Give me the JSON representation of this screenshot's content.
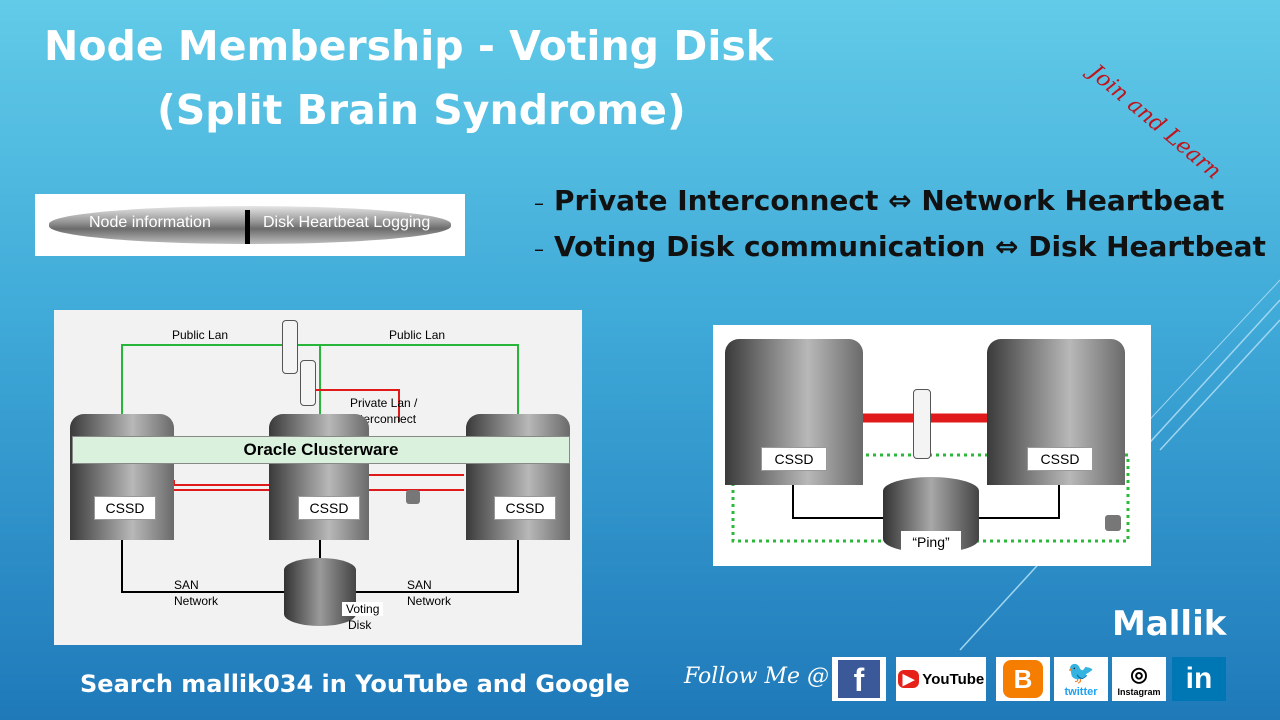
{
  "slide": {
    "title_line1": "Node Membership - Voting Disk",
    "title_line2": "(Split Brain Syndrome)",
    "corner_tag": "Join and Learn"
  },
  "bullets": [
    {
      "dash": "–",
      "text": "Private Interconnect ⇔ Network Heartbeat"
    },
    {
      "dash": "–",
      "text": "Voting Disk communication ⇔ Disk Heartbeat"
    }
  ],
  "disk_bar": {
    "left": "Node information",
    "right": "Disk Heartbeat Logging"
  },
  "diagram_left": {
    "public_lan_left": "Public Lan",
    "public_lan_right": "Public Lan",
    "private_lan": "Private Lan /",
    "interconnect": "Interconnect",
    "clusterware": "Oracle Clusterware",
    "cssd": "CSSD",
    "san_left_1": "SAN",
    "san_left_2": "Network",
    "san_right_1": "SAN",
    "san_right_2": "Network",
    "voting_1": "Voting",
    "voting_2": "Disk"
  },
  "diagram_right": {
    "cssd": "CSSD",
    "ping": "“Ping”"
  },
  "author": "Mallik",
  "search_text": "Search mallik034 in YouTube and Google",
  "follow_text": "Follow Me @",
  "social": [
    {
      "name": "facebook",
      "label": "f",
      "color": "#3b5998"
    },
    {
      "name": "youtube",
      "label": "YouTube",
      "color": "#ffffff"
    },
    {
      "name": "blogger",
      "label": "B",
      "color": "#f57d00"
    },
    {
      "name": "twitter",
      "label": "twitter",
      "color": "#1da1f2"
    },
    {
      "name": "instagram",
      "label": "Instagram",
      "color": "#ffffff"
    },
    {
      "name": "linkedin",
      "label": "in",
      "color": "#0077b5"
    }
  ]
}
